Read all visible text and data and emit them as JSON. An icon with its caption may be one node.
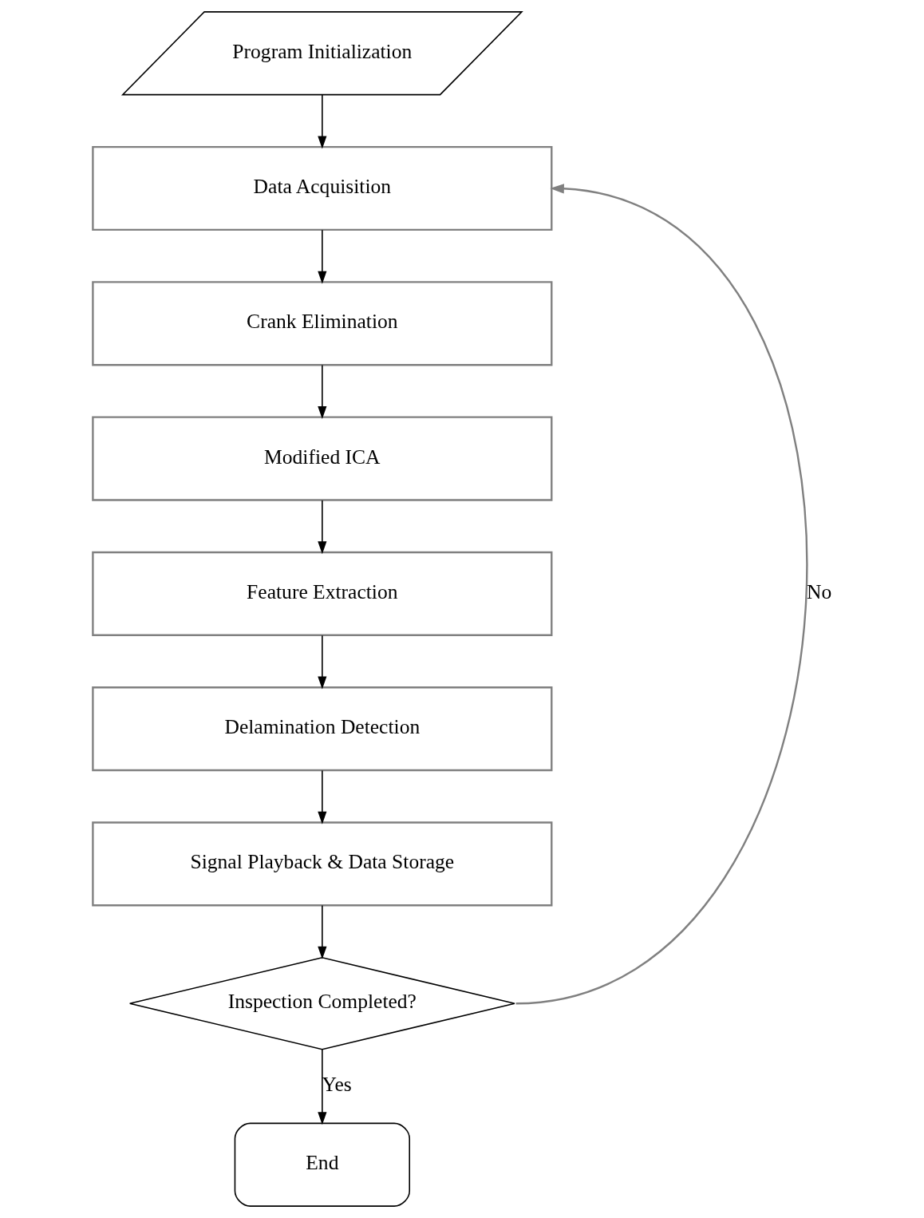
{
  "diagram": {
    "nodes": [
      {
        "text": [
          "Program Initialization"
        ]
      },
      {
        "text": [
          "Data Acquisition"
        ]
      },
      {
        "text": [
          "Crank Elimination"
        ]
      },
      {
        "text": [
          "Modified ICA"
        ]
      },
      {
        "text": [
          "Feature Extraction"
        ]
      },
      {
        "text": [
          "Delamination Detection"
        ]
      },
      {
        "text": [
          "Signal Playback & Data Storage"
        ]
      },
      {
        "text": [
          "Inspection Completed?"
        ]
      },
      {
        "text": [
          "End"
        ]
      }
    ],
    "edges": [
      {
        "from": 0,
        "to": 1,
        "arrow": "to"
      },
      {
        "from": 1,
        "to": 2,
        "arrow": "to"
      },
      {
        "from": 2,
        "to": 3,
        "arrow": "to"
      },
      {
        "from": 3,
        "to": 4,
        "arrow": "to"
      },
      {
        "from": 4,
        "to": 5,
        "arrow": "to"
      },
      {
        "from": 5,
        "to": 6,
        "arrow": "to"
      },
      {
        "from": 6,
        "to": 7,
        "arrow": "to"
      },
      {
        "from": 7,
        "to": 8,
        "arrow": "to",
        "label": "Yes"
      },
      {
        "from": 7,
        "to": 1,
        "arrow": "to",
        "label": "No",
        "color": "#808080"
      }
    ]
  }
}
